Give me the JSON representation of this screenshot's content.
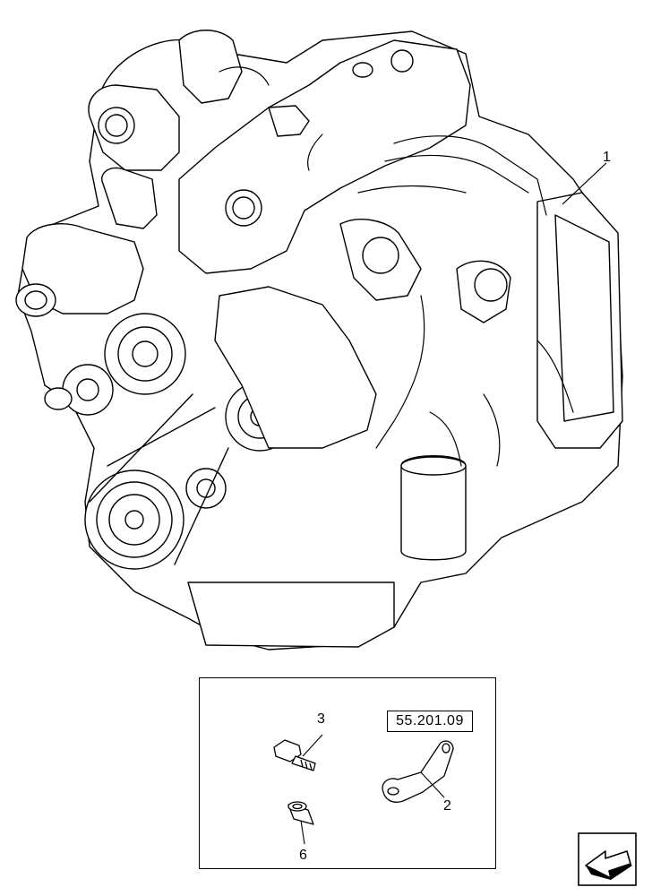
{
  "callouts": {
    "engine_assembly": "1",
    "bracket": "2",
    "bolt": "3",
    "bushing": "6"
  },
  "reference": {
    "section_code": "55.201.09"
  },
  "icons": {
    "engine": "engine-assembly-drawing",
    "bolt": "flange-bolt-drawing",
    "bracket": "strap-bracket-drawing",
    "bushing": "spacer-bushing-drawing",
    "navigation": "previous-page-arrow-icon"
  }
}
